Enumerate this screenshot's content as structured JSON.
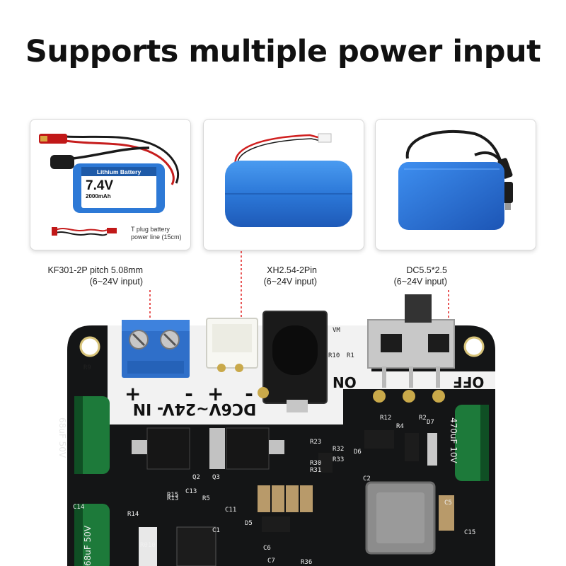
{
  "title": "Supports multiple power input",
  "panels": [
    {
      "battery_header": "Lithium Battery",
      "battery_voltage": "7.4V",
      "battery_capacity": "2000mAh",
      "note_line1": "T plug battery",
      "note_line2": "power line (15cm)"
    },
    {},
    {}
  ],
  "captions": [
    {
      "line1": "KF301-2P pitch 5.08mm",
      "line2": "(6~24V input)"
    },
    {
      "line1": "XH2.54-2Pin",
      "line2": "(6~24V input)"
    },
    {
      "line1": "DC5.5*2.5",
      "line2": "(6~24V input)"
    }
  ],
  "board": {
    "plus_minus_left": "+ -",
    "plus_minus_right": "+ -",
    "input_label": "DC6V~24V- IN",
    "on_label": "ON",
    "off_label": "OFF",
    "silk": [
      "R9",
      "R10",
      "R1",
      "Q2",
      "Q3",
      "R12",
      "R4",
      "R2",
      "R23",
      "R32",
      "R33",
      "D6",
      "D7",
      "R13",
      "R15",
      "R5",
      "C1",
      "C11",
      "C14",
      "R14",
      "R010",
      "C6",
      "C7",
      "D5",
      "R36",
      "C2",
      "C5",
      "C15",
      "R30",
      "R31",
      "C13",
      "VM"
    ],
    "capacitor_left_1": "68uF 50V",
    "capacitor_left_2": "68uF 50V",
    "capacitor_right": "470uF 10V"
  },
  "colors": {
    "pcb": "#121314",
    "terminal_blue": "#2f6fc9",
    "battery_blue": "#2e78d4",
    "capacitor_green": "#1d7a3a",
    "wire_red": "#d02020",
    "guide_dot": "#e02020"
  }
}
